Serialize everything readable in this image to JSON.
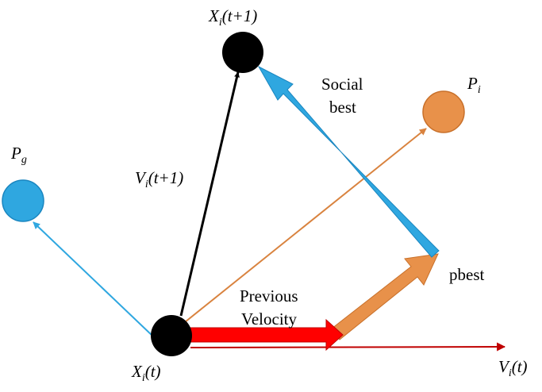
{
  "diagram": {
    "nodes": {
      "x_next": {
        "base": "X",
        "sub": "i",
        "suffix": "(t+1)",
        "color": "#000000"
      },
      "x_curr": {
        "base": "X",
        "sub": "i",
        "suffix": "(t)",
        "color": "#000000"
      },
      "p_global": {
        "base": "P",
        "sub": "g",
        "color": "#2fa7e0"
      },
      "p_personal": {
        "base": "P",
        "sub": "i",
        "color": "#e8914a"
      }
    },
    "vectors": {
      "v_next": {
        "base": "V",
        "sub": "i",
        "suffix": "(t+1)",
        "color": "#000000"
      },
      "v_curr": {
        "base": "V",
        "sub": "i",
        "suffix": "(t)",
        "color": "#c00000"
      },
      "previous_velocity": {
        "line1": "Previous",
        "line2": "Velocity",
        "color": "#ff0000"
      },
      "pbest": {
        "label": "pbest",
        "color": "#e8914a"
      },
      "social_best": {
        "line1": "Social",
        "line2": "best",
        "color": "#2fa7e0"
      },
      "to_pi": {
        "color": "#d9833f"
      },
      "to_pg": {
        "color": "#2fa7e0"
      }
    }
  }
}
